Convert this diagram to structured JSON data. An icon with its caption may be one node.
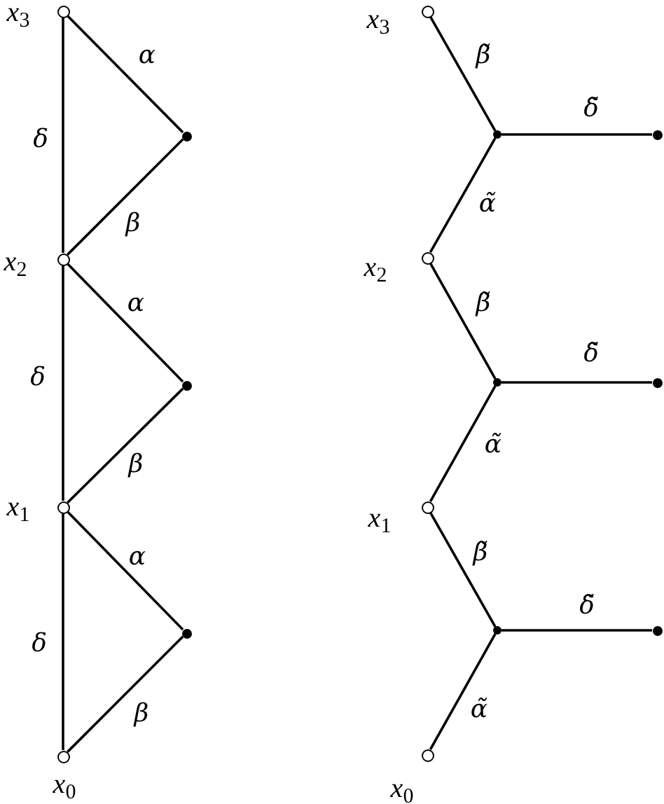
{
  "diagram": {
    "nodes": [
      {
        "text": [],
        "shape": "circle",
        "beside": [
          "x$_{3}$"
        ]
      },
      {
        "text": [],
        "shape": "dot"
      },
      {
        "text": [],
        "shape": "circle",
        "beside": [
          "x$_{2}$"
        ]
      },
      {
        "text": [],
        "shape": "dot"
      },
      {
        "text": [],
        "shape": "circle",
        "beside": [
          "x$_{1}$"
        ]
      },
      {
        "text": [],
        "shape": "dot"
      },
      {
        "text": [],
        "shape": "circle",
        "beside": [
          "x$_{0}$"
        ]
      },
      {
        "text": [],
        "shape": "circle",
        "beside": [
          "x$_{3}$"
        ]
      },
      {
        "text": [],
        "shape": "dot"
      },
      {
        "text": [],
        "shape": "dot"
      },
      {
        "text": [],
        "shape": "circle",
        "beside": [
          "x$_{2}$"
        ]
      },
      {
        "text": [],
        "shape": "dot"
      },
      {
        "text": [],
        "shape": "dot"
      },
      {
        "text": [],
        "shape": "circle",
        "beside": [
          "x$_{1}$"
        ]
      },
      {
        "text": [],
        "shape": "dot"
      },
      {
        "text": [],
        "shape": "dot"
      },
      {
        "text": [],
        "shape": "circle",
        "beside": [
          "x$_{0}$"
        ]
      }
    ],
    "edges": [
      {
        "from": 0,
        "to": 1,
        "arrow": "none",
        "label": "α"
      },
      {
        "from": 1,
        "to": 2,
        "arrow": "none",
        "label": "β"
      },
      {
        "from": 0,
        "to": 2,
        "arrow": "none",
        "label": "δ"
      },
      {
        "from": 2,
        "to": 3,
        "arrow": "none",
        "label": "α"
      },
      {
        "from": 3,
        "to": 4,
        "arrow": "none",
        "label": "β"
      },
      {
        "from": 2,
        "to": 4,
        "arrow": "none",
        "label": "δ"
      },
      {
        "from": 4,
        "to": 5,
        "arrow": "none",
        "label": "α"
      },
      {
        "from": 5,
        "to": 6,
        "arrow": "none",
        "label": "β"
      },
      {
        "from": 4,
        "to": 6,
        "arrow": "none",
        "label": "δ"
      },
      {
        "from": 7,
        "to": 8,
        "arrow": "none",
        "label": "β̃"
      },
      {
        "from": 8,
        "to": 9,
        "arrow": "none",
        "label": "δ̃"
      },
      {
        "from": 8,
        "to": 10,
        "arrow": "none",
        "label": "α̃"
      },
      {
        "from": 10,
        "to": 11,
        "arrow": "none",
        "label": "β̃"
      },
      {
        "from": 11,
        "to": 12,
        "arrow": "none",
        "label": "δ̃"
      },
      {
        "from": 11,
        "to": 13,
        "arrow": "none",
        "label": "α̃"
      },
      {
        "from": 13,
        "to": 14,
        "arrow": "none",
        "label": "β̃"
      },
      {
        "from": 14,
        "to": 15,
        "arrow": "none",
        "label": "δ̃"
      },
      {
        "from": 14,
        "to": 16,
        "arrow": "none",
        "label": "α̃"
      }
    ]
  }
}
